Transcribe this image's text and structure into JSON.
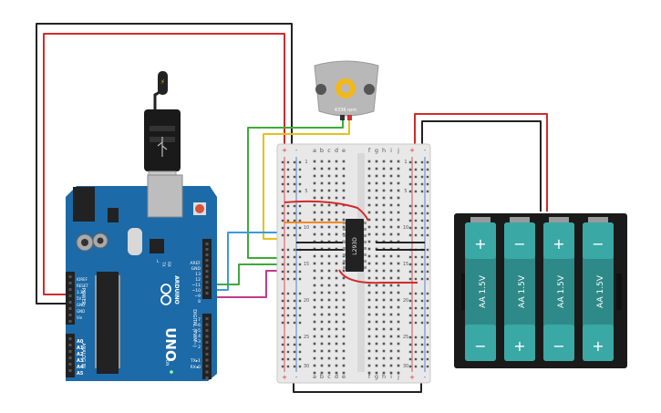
{
  "motor": {
    "rpm_label": "4336 rpm"
  },
  "breadboard": {
    "columns_left": [
      "a",
      "b",
      "c",
      "d",
      "e"
    ],
    "columns_right": [
      "f",
      "g",
      "h",
      "i",
      "j"
    ],
    "rows": [
      "1",
      "5",
      "10",
      "15",
      "20",
      "25",
      "30"
    ],
    "plus": "+",
    "minus": "-"
  },
  "chip": {
    "label": "L293D"
  },
  "arduino": {
    "brand": "ARDUINO",
    "model": "UNO",
    "digital_label": "DIGITAL (PWM~)",
    "power_label": "POWER",
    "analog_label": "ANALOG IN",
    "on_label": "ON",
    "tx_label": "TX",
    "rx_label": "RX",
    "l_label": "L",
    "pins_top": [
      "AREF",
      "GND",
      "13",
      "12",
      "~11",
      "~10",
      "~9",
      "8",
      "7",
      "~6",
      "~5",
      "4",
      "~3",
      "2",
      "TX▸1",
      "RX◂0"
    ],
    "pins_power": [
      "IOREF",
      "RESET",
      "3.3V",
      "5V",
      "GND",
      "GND",
      "Vin"
    ],
    "pins_analog": [
      "A0",
      "A1",
      "A2",
      "A3",
      "A4",
      "A5"
    ]
  },
  "battery": {
    "cells": [
      {
        "label": "AA 1.5V",
        "top": "+",
        "bottom": "−"
      },
      {
        "label": "AA 1.5V",
        "top": "−",
        "bottom": "+"
      },
      {
        "label": "AA 1.5V",
        "top": "+",
        "bottom": "−"
      },
      {
        "label": "AA 1.5V",
        "top": "−",
        "bottom": "+"
      }
    ]
  },
  "colors": {
    "arduino_blue": "#1c6aa8",
    "breadboard": "#e8e8e8",
    "battery_teal": "#2e8a88",
    "wire_red": "#d42a2a",
    "wire_black": "#222222",
    "wire_green": "#3eaa3a",
    "wire_yellow": "#e4c21a",
    "wire_blue": "#3a9ad8",
    "wire_magenta": "#c03a8a",
    "wire_orange": "#f08a22"
  }
}
